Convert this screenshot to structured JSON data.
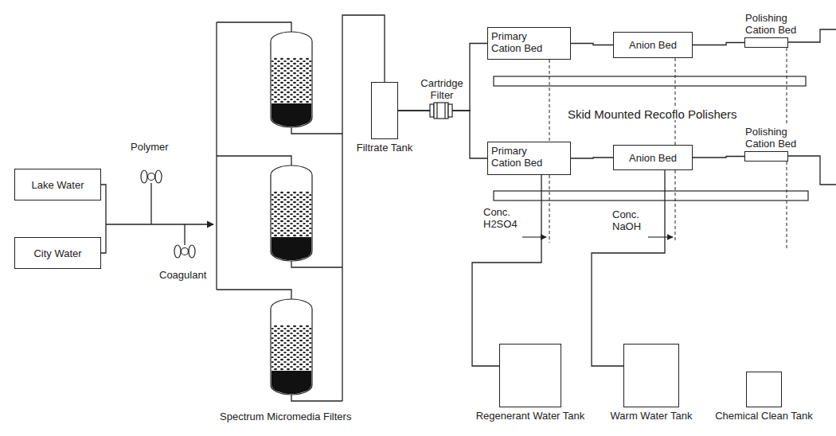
{
  "diagram": {
    "nodes": [
      {
        "text": [
          "Lake Water"
        ]
      },
      {
        "text": [
          "City Water"
        ]
      },
      {
        "text": [
          "Filtrate Tank"
        ]
      },
      {
        "text": [
          "Primary Cation Bed"
        ]
      },
      {
        "text": [
          "Anion Bed"
        ]
      },
      {
        "text": [
          "Polishing Cation Bed"
        ]
      },
      {
        "text": [
          "Primary Cation Bed"
        ]
      },
      {
        "text": [
          "Anion Bed"
        ]
      },
      {
        "text": [
          "Polishing Cation Bed"
        ]
      },
      {
        "text": [
          "Regenerant Water Tank"
        ]
      },
      {
        "text": [
          "Warm Water Tank"
        ]
      },
      {
        "text": [
          "Chemical Clean Tank"
        ]
      }
    ],
    "edges": [
      {
        "from": 2,
        "to": 3,
        "arrow": "none"
      },
      {
        "from": 2,
        "to": 6,
        "arrow": "none"
      },
      {
        "from": 3,
        "to": 4,
        "arrow": "none"
      },
      {
        "from": 4,
        "to": 5,
        "arrow": "none"
      },
      {
        "from": 6,
        "to": 7,
        "arrow": "none"
      },
      {
        "from": 7,
        "to": 8,
        "arrow": "none"
      },
      {
        "from": 9,
        "to": 6,
        "arrow": "none"
      },
      {
        "from": 10,
        "to": 7,
        "arrow": "none"
      }
    ],
    "labels": [
      "Polymer",
      "Coagulant",
      "Spectrum Micromedia Filters",
      "Cartridge Filter",
      "Skid Mounted Recoflo Polishers",
      "Conc. H2SO4",
      "Conc. NaOH"
    ]
  }
}
